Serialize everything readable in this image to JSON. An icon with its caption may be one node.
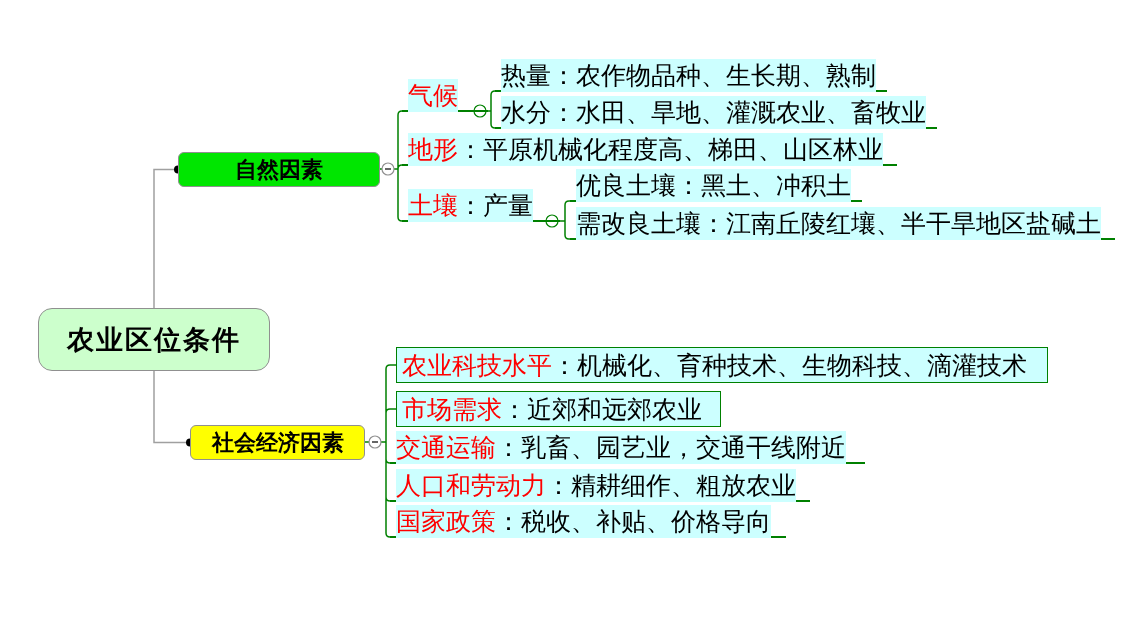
{
  "diagram": {
    "nodes": [
      {
        "text": [
          "农业区位条件"
        ]
      },
      {
        "text": [
          "自然因素"
        ]
      },
      {
        "text": [
          "气候"
        ]
      },
      {
        "text": [
          "热量：农作物品种、生长期、熟制"
        ]
      },
      {
        "text": [
          "水分：水田、旱地、灌溉农业、畜牧业"
        ]
      },
      {
        "text": [
          "地形",
          "：平原机械化程度高、梯田、山区林业"
        ]
      },
      {
        "text": [
          "土壤",
          "：产量"
        ]
      },
      {
        "text": [
          "优良土壤：黑土、冲积土"
        ]
      },
      {
        "text": [
          "需改良土壤：江南丘陵红壤、半干旱地区盐碱土"
        ]
      },
      {
        "text": [
          "社会经济因素"
        ]
      },
      {
        "text": [
          "农业科技水平",
          "：机械化、育种技术、生物科技、滴灌技术"
        ]
      },
      {
        "text": [
          "市场需求",
          "：近郊和远郊农业"
        ]
      },
      {
        "text": [
          "交通运输",
          "：乳畜、园艺业，交通干线附近"
        ]
      },
      {
        "text": [
          "人口和劳动力",
          "：精耕细作、粗放农业"
        ]
      },
      {
        "text": [
          "国家政策",
          "：税收、补贴、价格导向"
        ]
      }
    ],
    "edges": [
      {
        "from": 0,
        "to": 1,
        "arrow": "other",
        "color": "#a0a0a0"
      },
      {
        "from": 0,
        "to": 9,
        "arrow": "other",
        "color": "#a0a0a0"
      },
      {
        "from": 1,
        "to": 2,
        "arrow": "none"
      },
      {
        "from": 1,
        "to": 5,
        "arrow": "none"
      },
      {
        "from": 1,
        "to": 6,
        "arrow": "none"
      },
      {
        "from": 2,
        "to": 3,
        "arrow": "none"
      },
      {
        "from": 2,
        "to": 4,
        "arrow": "none"
      },
      {
        "from": 6,
        "to": 7,
        "arrow": "none"
      },
      {
        "from": 6,
        "to": 8,
        "arrow": "none"
      },
      {
        "from": 9,
        "to": 10,
        "arrow": "none"
      },
      {
        "from": 9,
        "to": 11,
        "arrow": "none"
      },
      {
        "from": 9,
        "to": 12,
        "arrow": "none"
      },
      {
        "from": 9,
        "to": 13,
        "arrow": "none"
      },
      {
        "from": 9,
        "to": 14,
        "arrow": "none"
      }
    ]
  }
}
